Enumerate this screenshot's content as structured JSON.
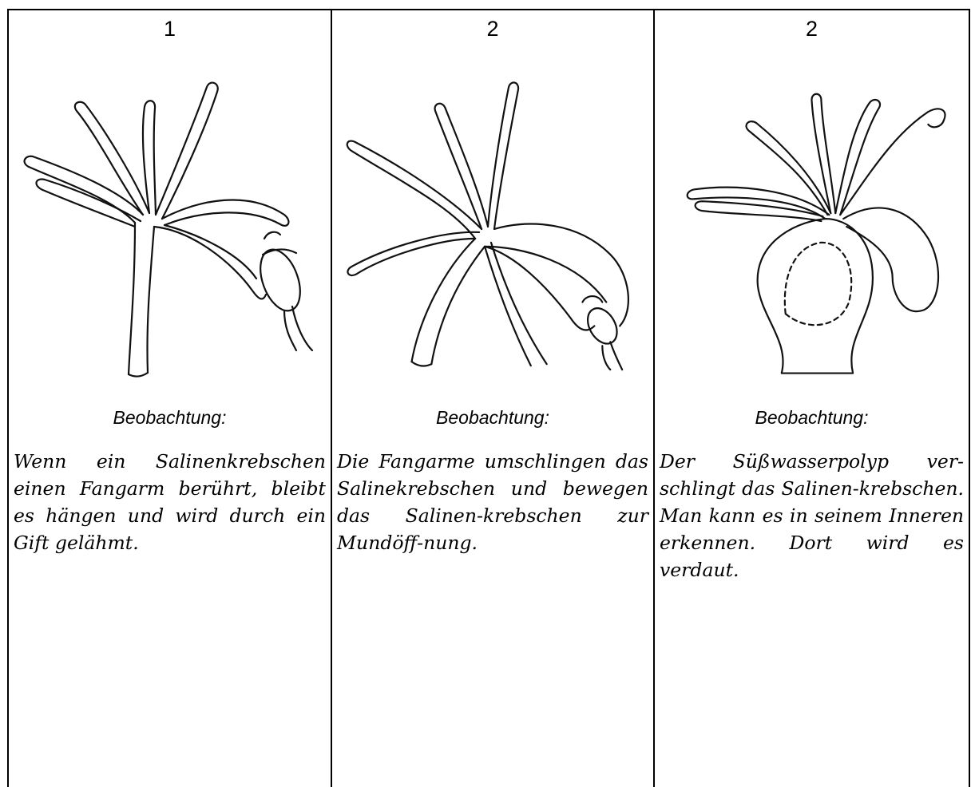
{
  "panels": [
    {
      "number": "1",
      "label": "Beobachtung:",
      "text": "Wenn ein Salinenkrebschen einen Fangarm berührt, bleibt es hängen und wird durch ein Gift gelähmt.",
      "illustration_icon": "hydra-catching-prey-icon"
    },
    {
      "number": "2",
      "label": "Beobachtung:",
      "text": "Die Fangarme umschlingen das Salinekrebschen und bewegen das Salinen-krebschen zur Mundöff-nung.",
      "illustration_icon": "hydra-wrapping-prey-icon"
    },
    {
      "number": "2",
      "label": "Beobachtung:",
      "text": "Der Süßwasserpolyp ver-schlingt das Salinen-krebschen. Man kann es in seinem Inneren erkennen. Dort wird es verdaut.",
      "illustration_icon": "hydra-swallowing-prey-icon"
    }
  ]
}
